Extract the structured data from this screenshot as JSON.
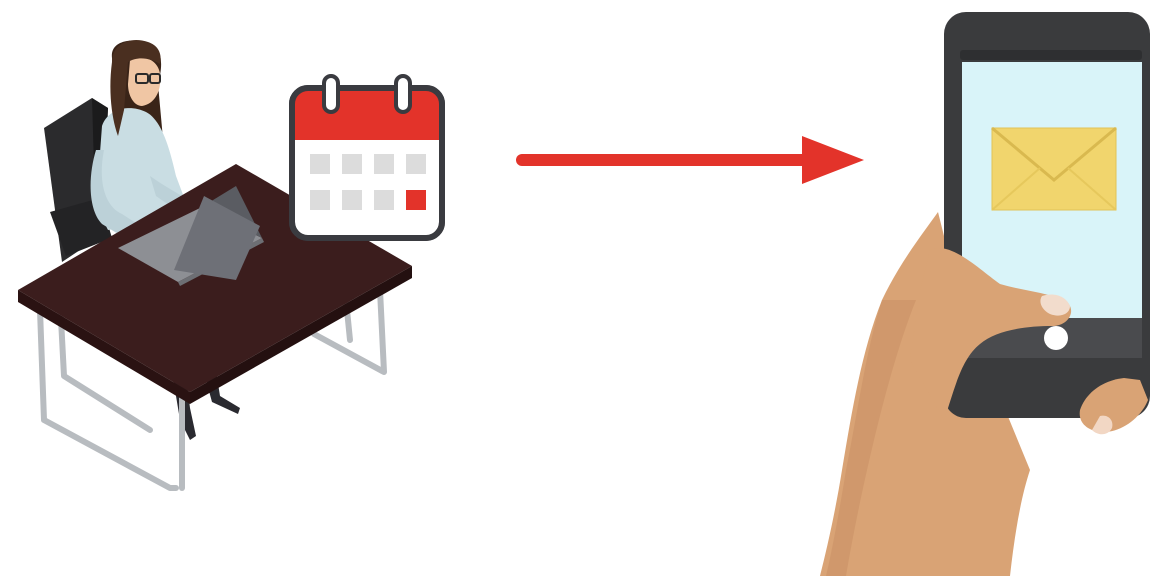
{
  "scene": {
    "left_actor": "woman-at-desk-with-laptop",
    "schedule_icon": "calendar-icon",
    "connector": "arrow-right-icon",
    "right_actor": "hand-holding-smartphone",
    "message_icon": "envelope-icon"
  },
  "colors": {
    "background": "#ffffff",
    "arrow": "#e3332a",
    "calendar_header": "#e3332a",
    "calendar_highlight": "#e3332a",
    "calendar_cell": "#dcdcdc",
    "desk_top": "#3b1d1d",
    "phone_body": "#3a3b3d",
    "phone_screen": "#d9f4f9",
    "envelope": "#f1d56d",
    "skin": "#d9a375"
  },
  "calendar": {
    "rows": 2,
    "cols": 4,
    "highlighted_cell": [
      1,
      3
    ]
  }
}
